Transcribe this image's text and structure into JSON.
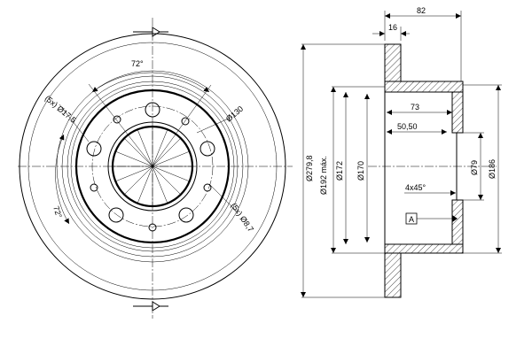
{
  "front_view": {
    "angle_top": "72°",
    "angle_left": "72°",
    "holes_large": "(5x) Ø17,5",
    "holes_small": "(5x) Ø8,7",
    "pcd": "Ø130"
  },
  "section_view": {
    "overall_width": "82",
    "flange_width": "16",
    "hat_depth": "73",
    "inner_depth": "50,50",
    "chamfer": "4x45°",
    "datum": "A",
    "dia_outer": "Ø279,8",
    "dia_max": "Ø192 máx.",
    "dia_172": "Ø172",
    "dia_170": "Ø170",
    "dia_79": "Ø79",
    "dia_186": "Ø186"
  }
}
